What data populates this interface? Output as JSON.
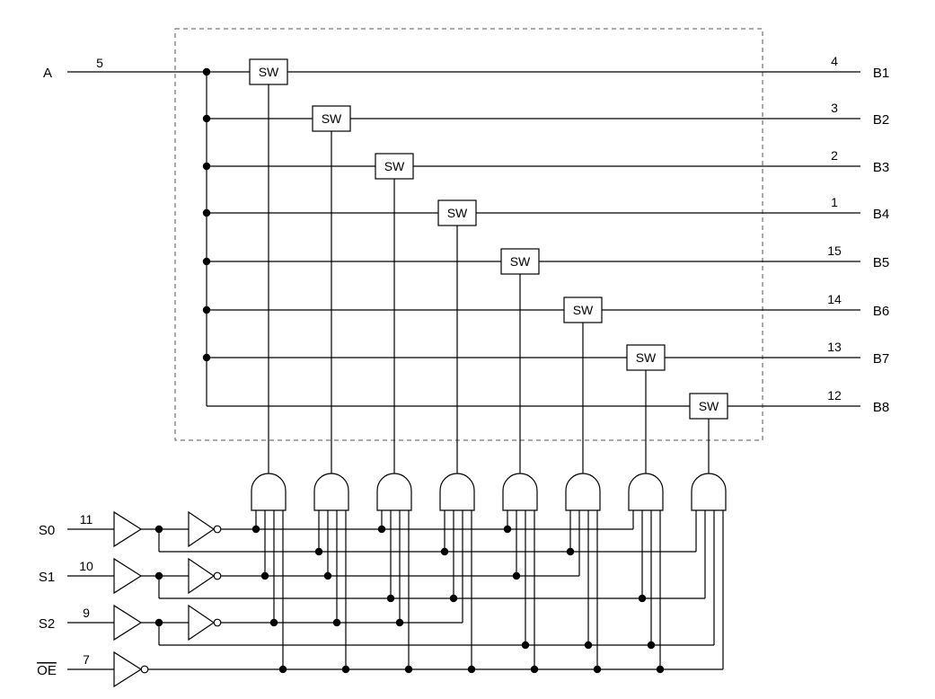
{
  "input": {
    "label": "A",
    "pin": "5"
  },
  "switch_label": "SW",
  "outputs": [
    {
      "label": "B1",
      "pin": "4"
    },
    {
      "label": "B2",
      "pin": "3"
    },
    {
      "label": "B3",
      "pin": "2"
    },
    {
      "label": "B4",
      "pin": "1"
    },
    {
      "label": "B5",
      "pin": "15"
    },
    {
      "label": "B6",
      "pin": "14"
    },
    {
      "label": "B7",
      "pin": "13"
    },
    {
      "label": "B8",
      "pin": "12"
    }
  ],
  "controls": [
    {
      "label": "S0",
      "pin": "11"
    },
    {
      "label": "S1",
      "pin": "10"
    },
    {
      "label": "S2",
      "pin": "9"
    },
    {
      "label": "OE",
      "pin": "7",
      "overbar": true
    }
  ],
  "decode": [
    [
      0,
      0,
      0
    ],
    [
      1,
      0,
      0
    ],
    [
      0,
      1,
      0
    ],
    [
      1,
      1,
      0
    ],
    [
      0,
      0,
      1
    ],
    [
      1,
      0,
      1
    ],
    [
      0,
      1,
      1
    ],
    [
      1,
      1,
      1
    ]
  ]
}
